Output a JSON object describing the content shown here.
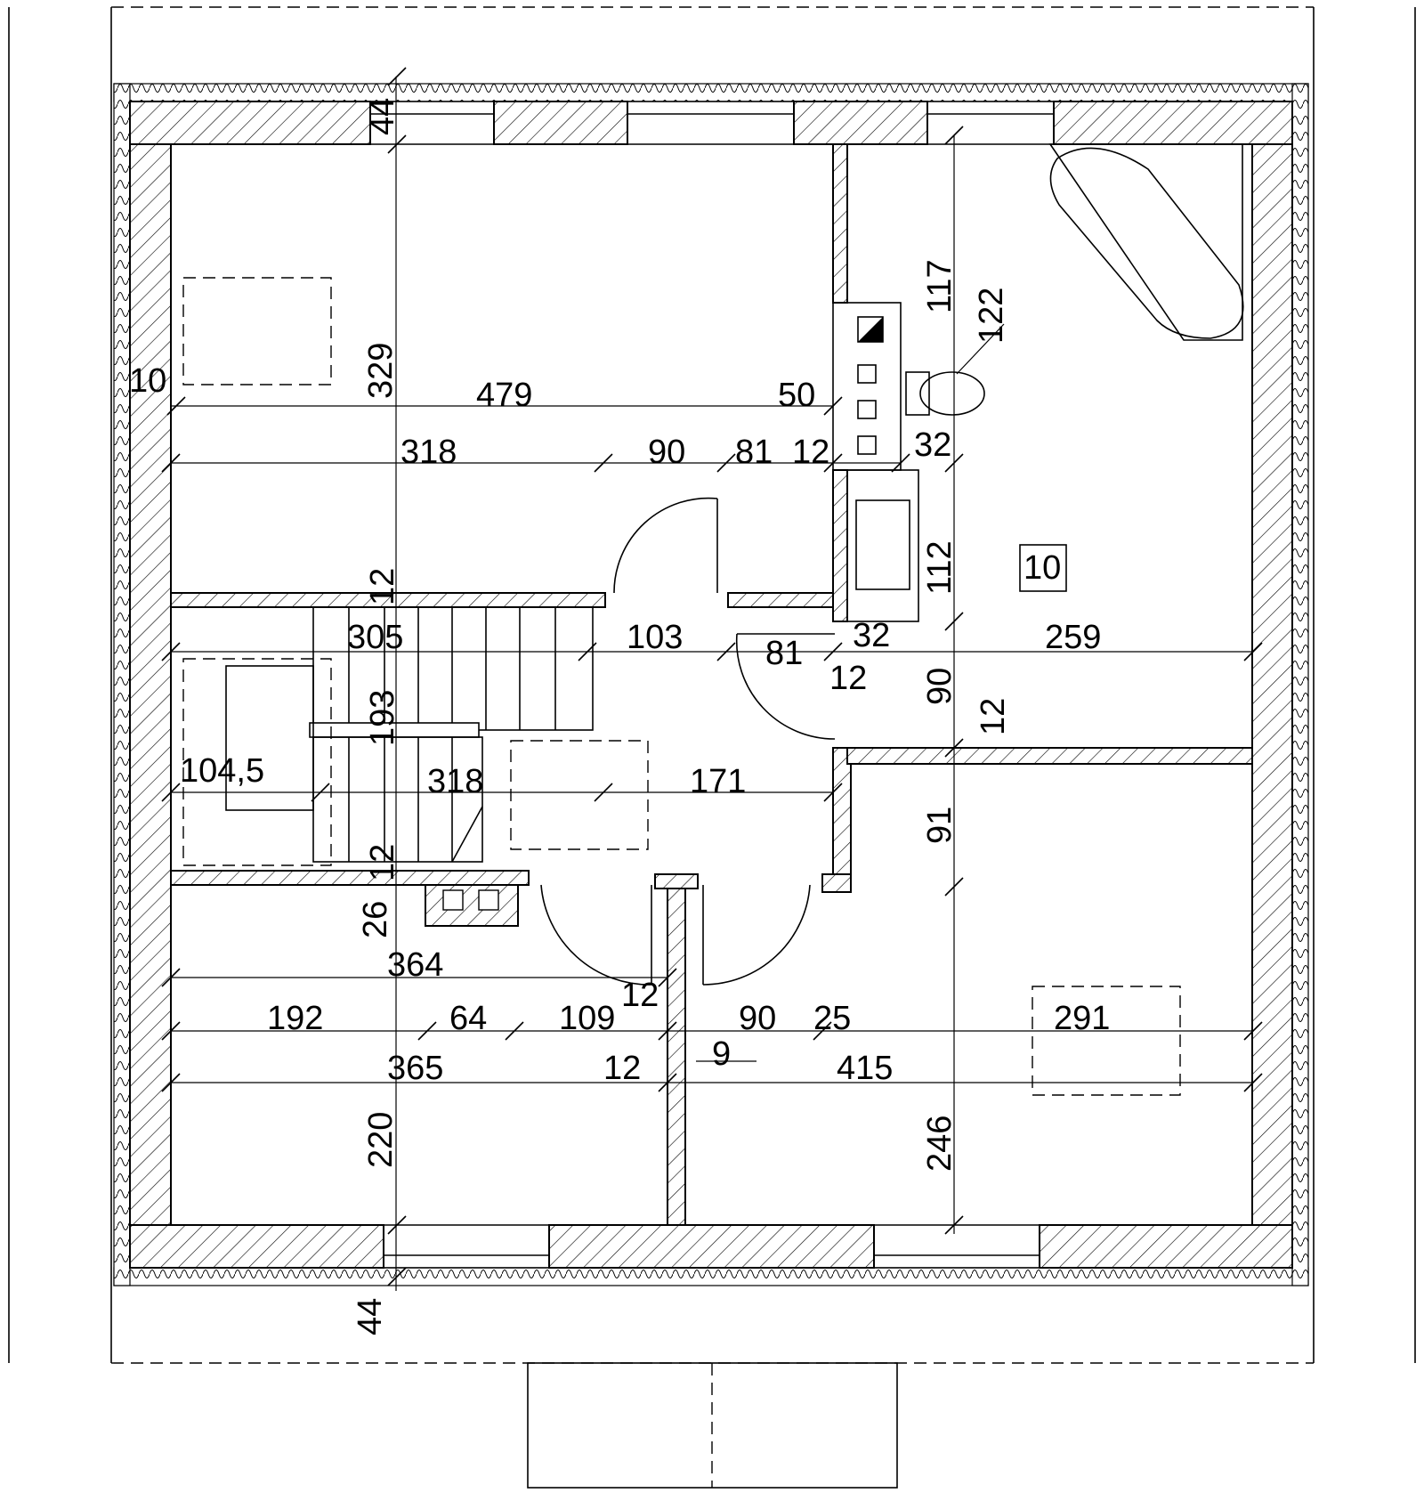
{
  "plan": {
    "dimensions_horizontal": [
      "10",
      "479",
      "50",
      "318",
      "90",
      "81",
      "12",
      "32",
      "305",
      "103",
      "81",
      "32",
      "12",
      "259",
      "104,5",
      "318",
      "171",
      "364",
      "192",
      "64",
      "109",
      "12",
      "90",
      "25",
      "291",
      "9",
      "365",
      "12",
      "415"
    ],
    "dimensions_vertical": [
      "44",
      "329",
      "12",
      "193",
      "12",
      "26",
      "220",
      "44",
      "117",
      "122",
      "112",
      "90",
      "12",
      "91",
      "246"
    ],
    "room_label": "10"
  }
}
